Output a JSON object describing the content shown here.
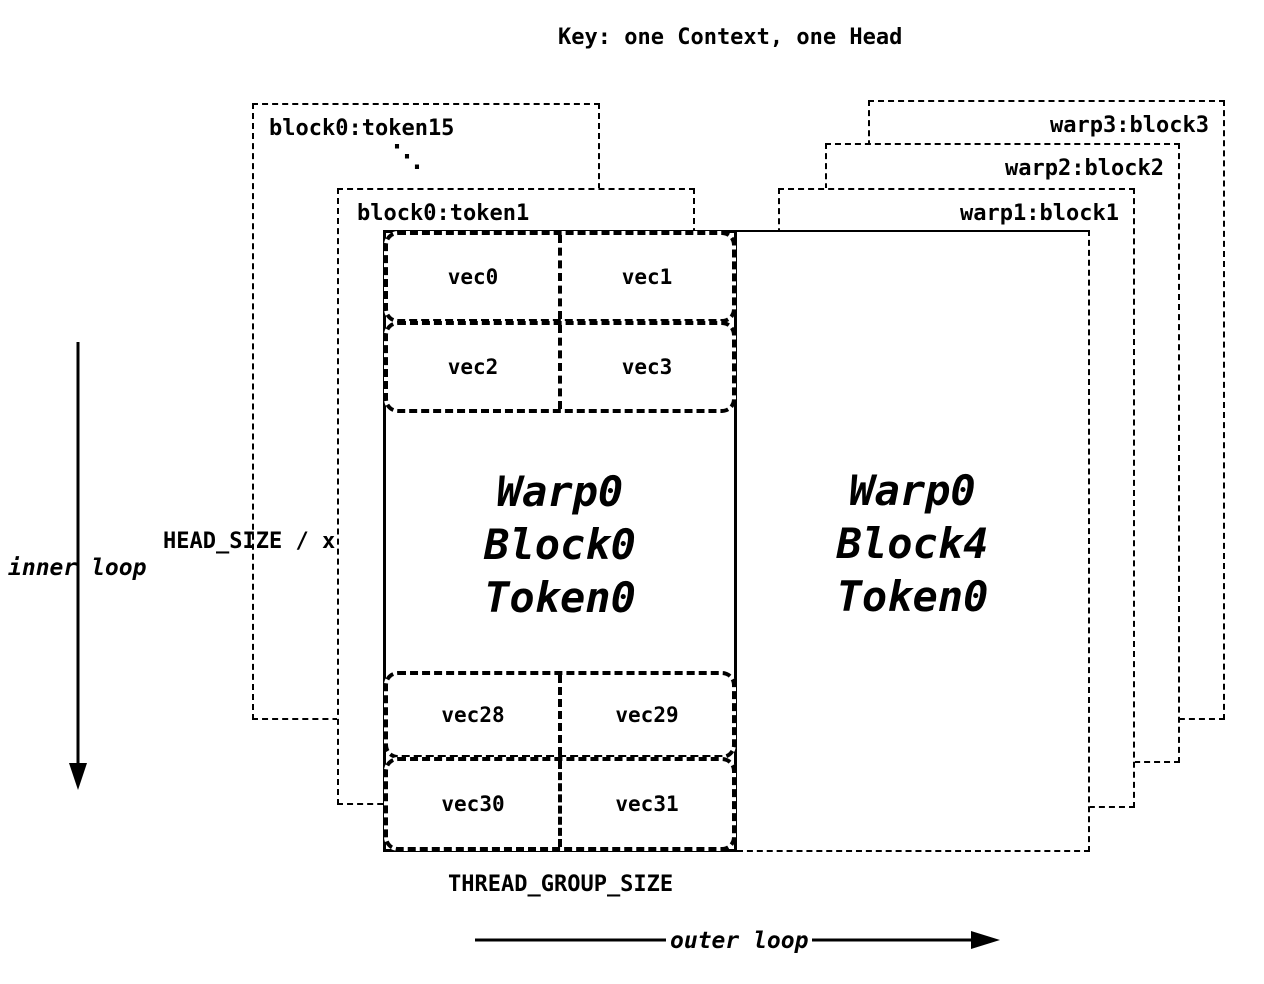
{
  "title": "Key: one Context, one Head",
  "left_stack": {
    "token15_label": "block0:token15",
    "ellipsis": "⋱",
    "token1_label": "block0:token1"
  },
  "right_stack": {
    "warp3_label": "warp3:block3",
    "warp2_label": "warp2:block2",
    "warp1_label": "warp1:block1"
  },
  "block0": {
    "top_vecs": [
      "vec0",
      "vec1",
      "vec2",
      "vec3"
    ],
    "title_lines": [
      "Warp0",
      "Block0",
      "Token0"
    ],
    "bottom_vecs": [
      "vec28",
      "vec29",
      "vec30",
      "vec31"
    ]
  },
  "block4": {
    "title_lines": [
      "Warp0",
      "Block4",
      "Token0"
    ]
  },
  "annotations": {
    "inner_loop": "inner loop",
    "head_size": "HEAD_SIZE / x",
    "thread_group_size": "THREAD_GROUP_SIZE",
    "outer_loop": "outer loop"
  }
}
